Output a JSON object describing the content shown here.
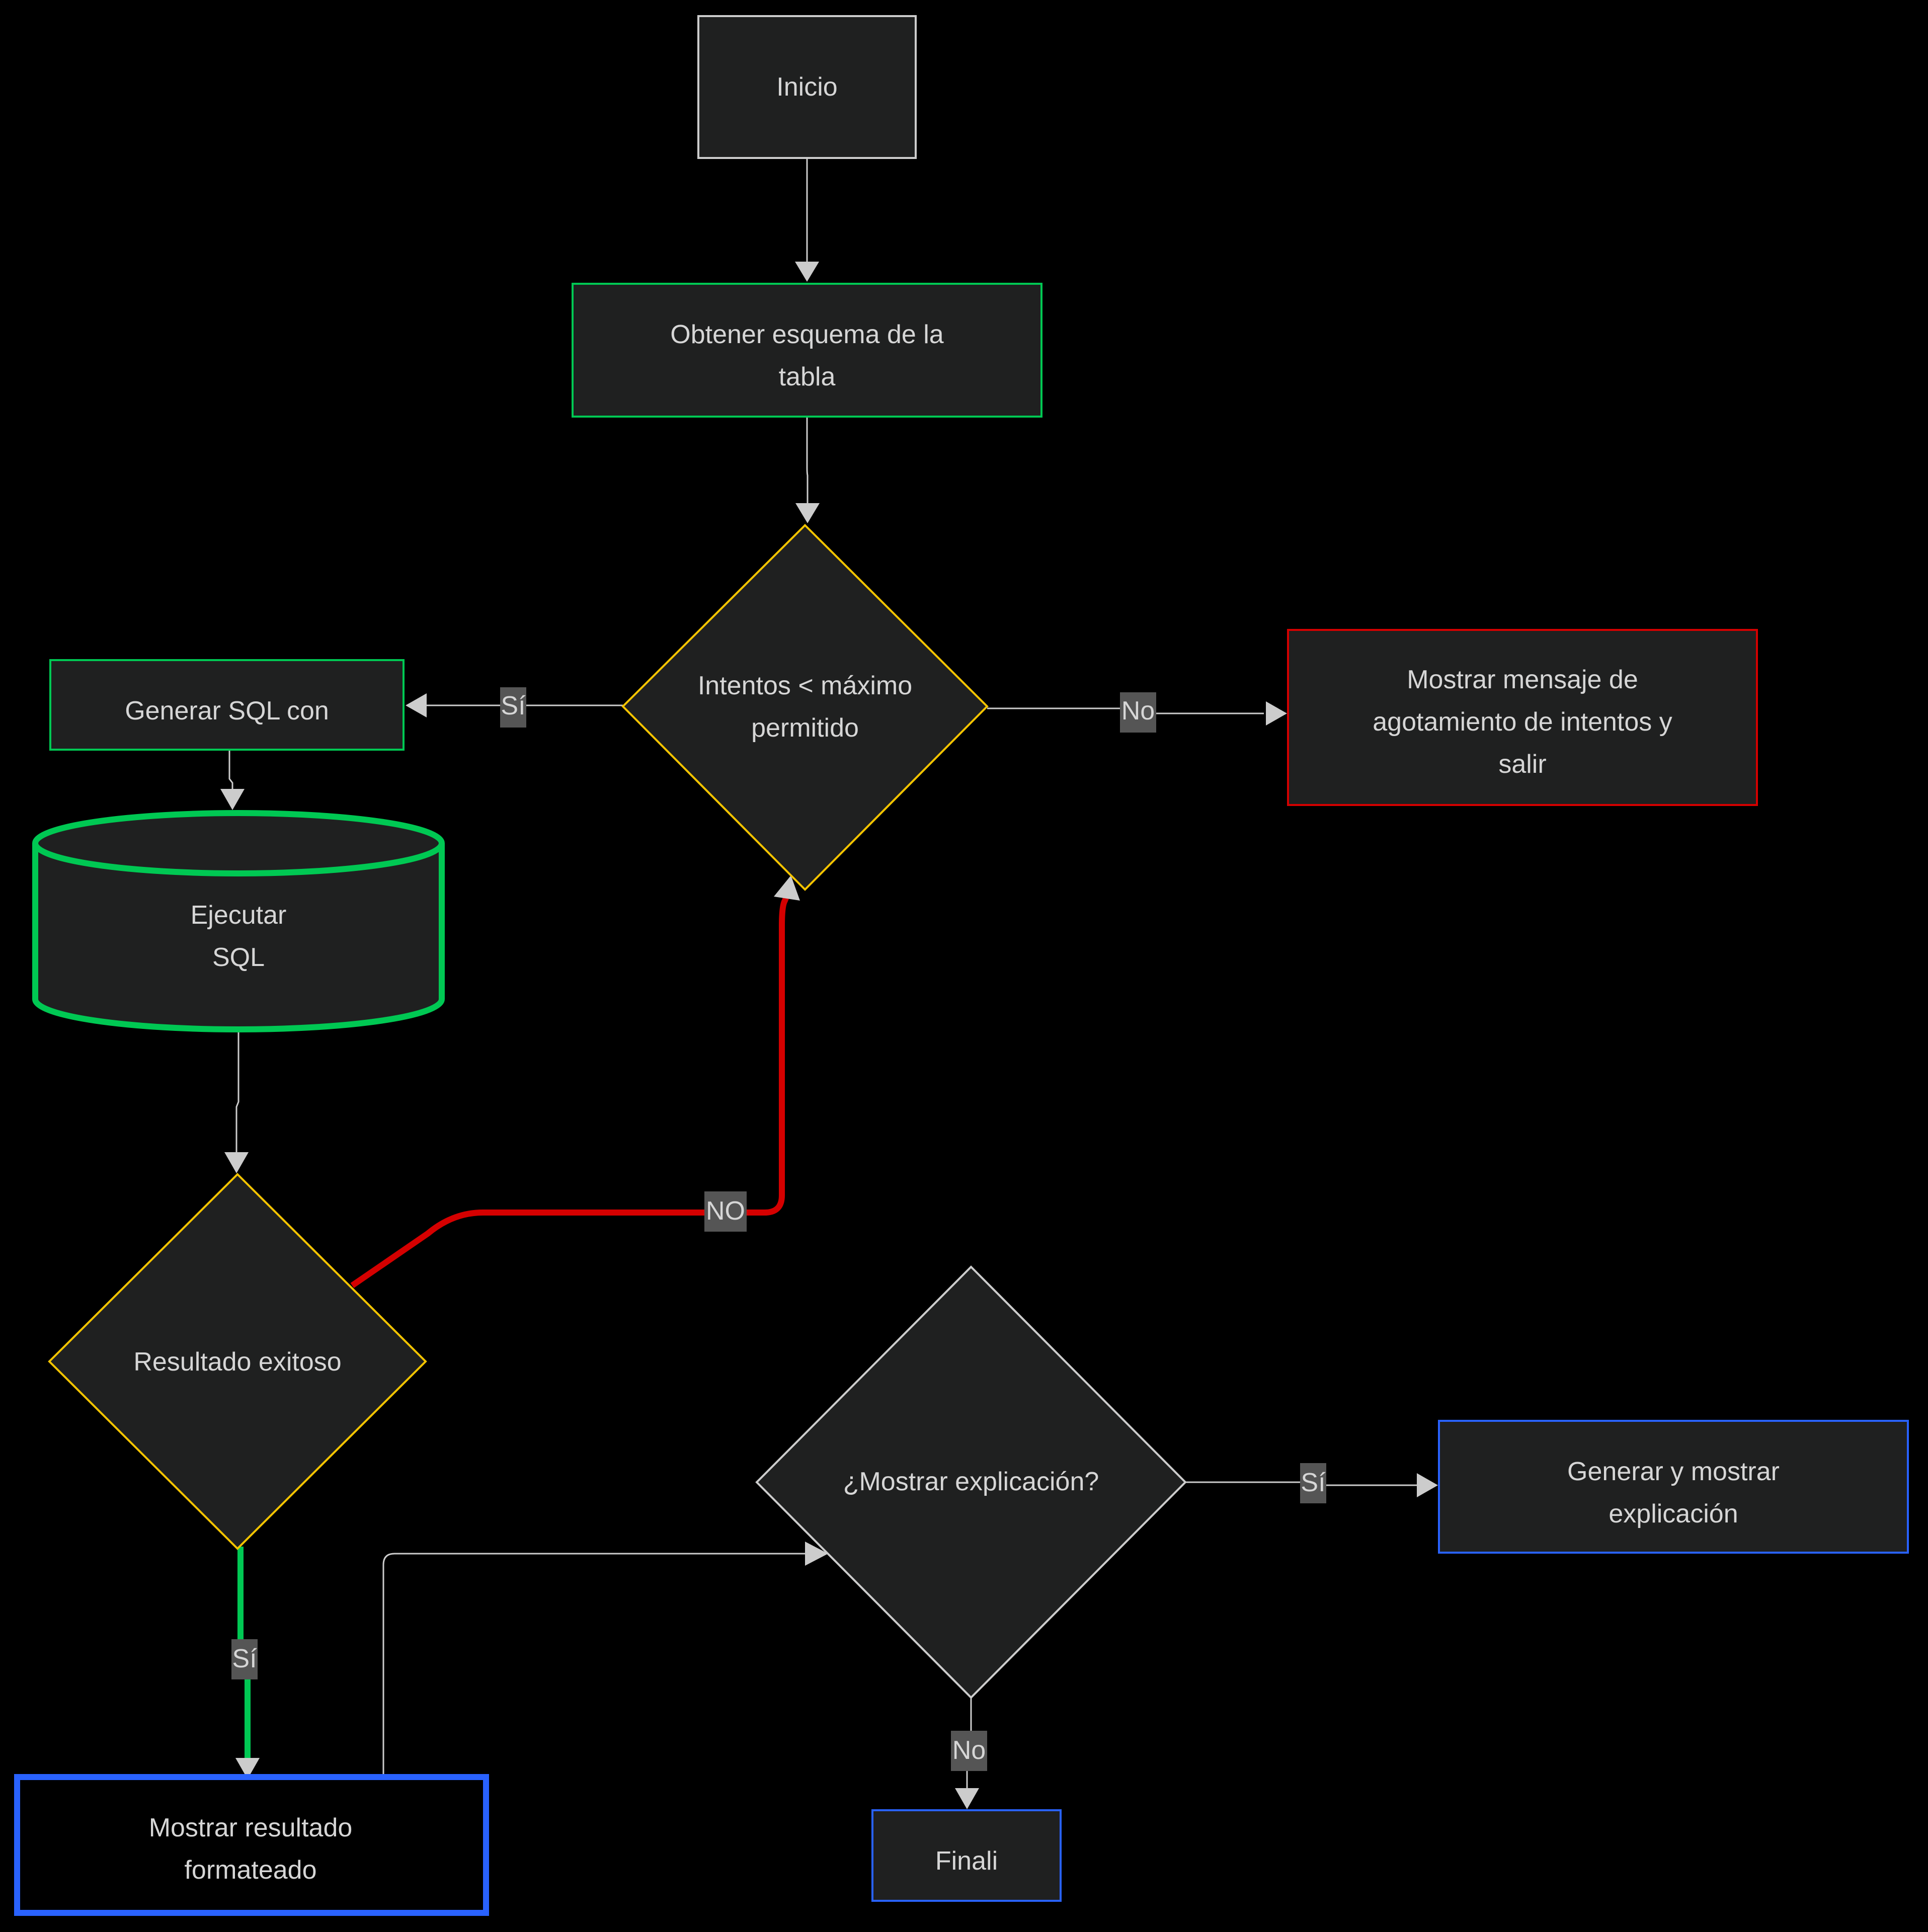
{
  "diagram": {
    "colors": {
      "background": "#000000",
      "node_fill": "#1f2020",
      "node_text": "#d6d6d6",
      "edge_default": "#cccccc",
      "green": "#00c853",
      "red": "#d50000",
      "yellow": "#f4c400",
      "blue": "#2962ff",
      "label_bg": "#555555"
    },
    "nodes": {
      "inicio": {
        "lines": [
          "Inicio"
        ]
      },
      "obtener": {
        "lines": [
          "Obtener esquema de la",
          "tabla"
        ]
      },
      "intentos": {
        "lines": [
          "Intentos < máximo",
          "permitido"
        ]
      },
      "agotamiento": {
        "lines": [
          "Mostrar mensaje de",
          "agotamiento de intentos y",
          "salir"
        ]
      },
      "generar_sql": {
        "lines": [
          "Generar SQL con"
        ]
      },
      "ejecutar": {
        "lines": [
          "Ejecutar",
          "SQL"
        ]
      },
      "resultado": {
        "lines": [
          "Resultado exitoso"
        ]
      },
      "mostrar_resultado": {
        "lines": [
          "Mostrar resultado",
          "formateado"
        ]
      },
      "explicacion_q": {
        "lines": [
          "¿Mostrar explicación?"
        ]
      },
      "generar_explicacion": {
        "lines": [
          "Generar y mostrar",
          "explicación"
        ]
      },
      "final": {
        "lines": [
          "Finali"
        ]
      }
    },
    "edge_labels": {
      "si_generar": "Sí",
      "no_agotamiento": "No",
      "no_reintento": "NO",
      "si_resultado": "Sí",
      "si_explicacion": "Sí",
      "no_final": "No"
    }
  }
}
